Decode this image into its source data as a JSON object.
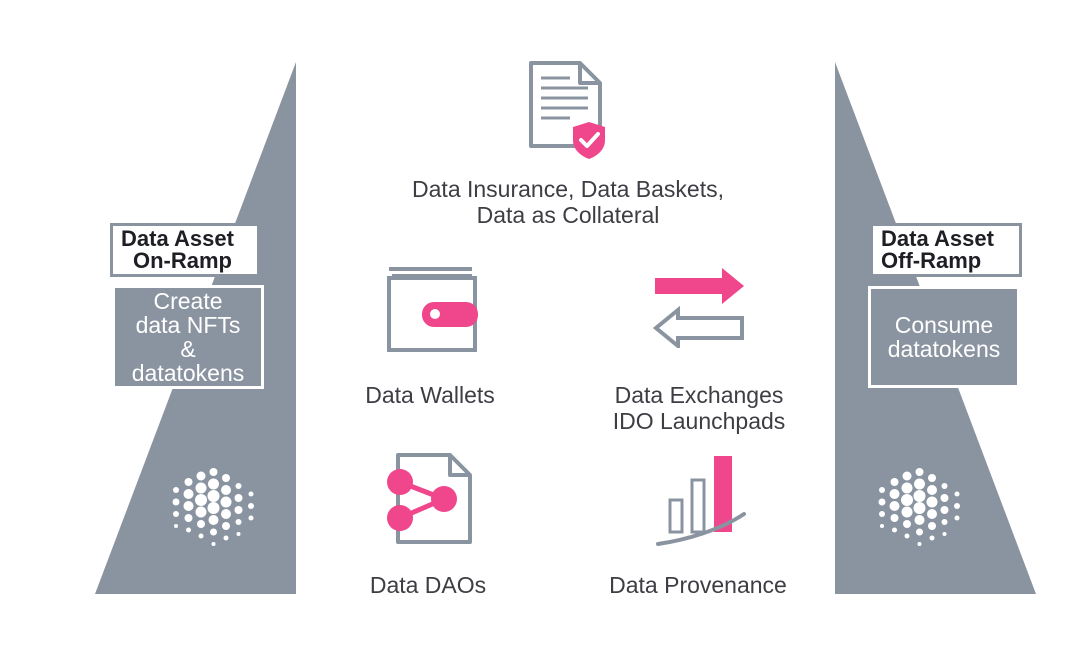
{
  "colors": {
    "ramp_gray": "#8a94a0",
    "accent_pink": "#f0468c",
    "icon_gray": "#8a94a0",
    "text": "#3d3d44",
    "title_text": "#1e1e24"
  },
  "left_ramp": {
    "title_lines": [
      "Data Asset",
      "On-Ramp"
    ],
    "box_lines": [
      "Create",
      "data NFTs",
      "&",
      "datatokens"
    ],
    "logo_icon": "dot-grid-logo-icon"
  },
  "right_ramp": {
    "title_lines": [
      "Data Asset",
      "Off-Ramp"
    ],
    "box_lines": [
      "Consume",
      "datatokens"
    ],
    "logo_icon": "dot-grid-logo-icon"
  },
  "items": {
    "insurance": {
      "icon": "document-shield-icon",
      "lines": [
        "Data Insurance, Data Baskets,",
        "Data as Collateral"
      ]
    },
    "wallets": {
      "icon": "wallet-icon",
      "lines": [
        "Data Wallets"
      ]
    },
    "exchanges": {
      "icon": "exchange-arrows-icon",
      "lines": [
        "Data Exchanges",
        "IDO Launchpads"
      ]
    },
    "daos": {
      "icon": "document-share-icon",
      "lines": [
        "Data DAOs"
      ]
    },
    "provenance": {
      "icon": "bar-growth-icon",
      "lines": [
        "Data Provenance"
      ]
    }
  }
}
